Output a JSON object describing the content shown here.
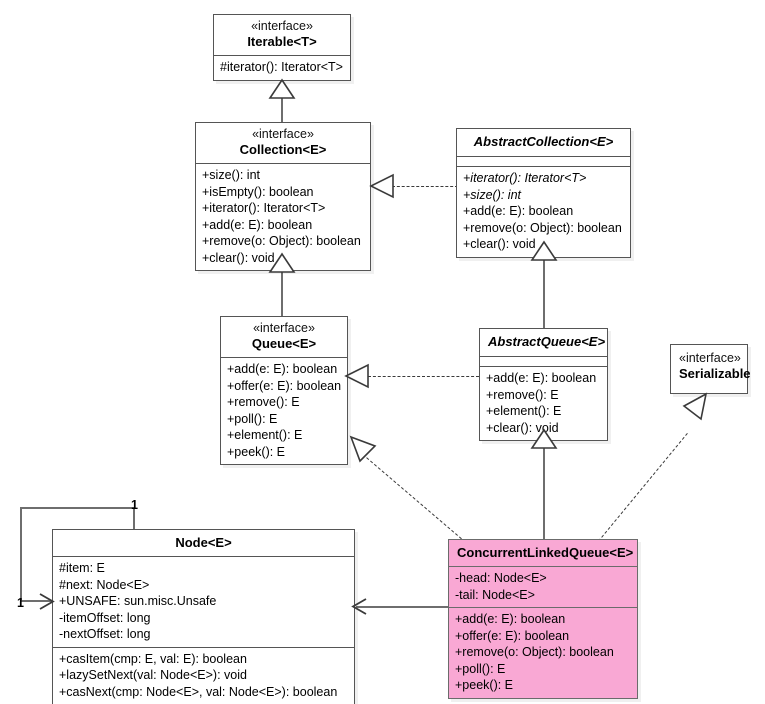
{
  "diagram": {
    "title": "ConcurrentLinkedQueue UML class diagram",
    "accent_pink": "#f9a8d4",
    "line_color": "#6e6e6e",
    "border_color": "#555555"
  },
  "classes": {
    "iterable": {
      "stereotype": "«interface»",
      "name": "Iterable<T>",
      "attributes": [],
      "methods": [
        "#iterator(): Iterator<T>"
      ]
    },
    "collection": {
      "stereotype": "«interface»",
      "name": "Collection<E>",
      "attributes": [],
      "methods": [
        "+size(): int",
        "+isEmpty(): boolean",
        "+iterator(): Iterator<T>",
        "+add(e: E): boolean",
        "+remove(o: Object): boolean",
        "+clear(): void"
      ]
    },
    "abstract_collection": {
      "stereotype": "",
      "name": "AbstractCollection<E>",
      "attributes": [],
      "methods": [
        "+iterator(): Iterator<T>",
        "+size(): int",
        "+add(e: E): boolean",
        "+remove(o: Object): boolean",
        "+clear(): void"
      ],
      "italic_methods": [
        0,
        1
      ]
    },
    "queue": {
      "stereotype": "«interface»",
      "name": "Queue<E>",
      "attributes": [],
      "methods": [
        "+add(e: E): boolean",
        "+offer(e: E): boolean",
        "+remove(): E",
        "+poll(): E",
        "+element(): E",
        "+peek(): E"
      ]
    },
    "abstract_queue": {
      "stereotype": "",
      "name": "AbstractQueue<E>",
      "attributes": [],
      "methods": [
        "+add(e: E): boolean",
        "+remove(): E",
        "+element(): E",
        "+clear(): void"
      ]
    },
    "serializable": {
      "stereotype": "«interface»",
      "name": "Serializable",
      "attributes": [],
      "methods": []
    },
    "concurrent_linked_queue": {
      "stereotype": "",
      "name": "ConcurrentLinkedQueue<E>",
      "attributes": [
        "-head: Node<E>",
        "-tail: Node<E>"
      ],
      "methods": [
        "+add(e: E): boolean",
        "+offer(e: E): boolean",
        "+remove(o: Object): boolean",
        "+poll(): E",
        "+peek(): E"
      ]
    },
    "node": {
      "stereotype": "",
      "name": "Node<E>",
      "attributes": [
        "#item: E",
        "#next: Node<E>",
        "+UNSAFE: sun.misc.Unsafe",
        "-itemOffset: long",
        "-nextOffset: long"
      ],
      "methods": [
        "+casItem(cmp: E, val: E): boolean",
        "+lazySetNext(val: Node<E>): void",
        "+casNext(cmp: Node<E>, val: Node<E>): boolean"
      ]
    }
  },
  "multiplicities": {
    "node_self_source": "1",
    "node_self_target": "1"
  }
}
